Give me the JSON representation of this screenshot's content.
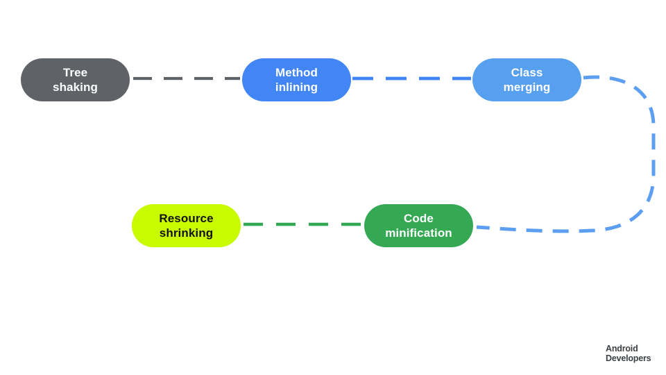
{
  "diagram": {
    "nodes": [
      {
        "id": "tree-shaking",
        "label": "Tree shaking",
        "lines": [
          "Tree",
          "shaking"
        ],
        "bg": "#5F6368",
        "fg": "#FFFFFF"
      },
      {
        "id": "method-inlining",
        "label": "Method inlining",
        "lines": [
          "Method",
          "inlining"
        ],
        "bg": "#4285F4",
        "fg": "#FFFFFF"
      },
      {
        "id": "class-merging",
        "label": "Class merging",
        "lines": [
          "Class",
          "merging"
        ],
        "bg": "#57A0F0",
        "fg": "#FFFFFF"
      },
      {
        "id": "resource-shrinking",
        "label": "Resource shrinking",
        "lines": [
          "Resource",
          "shrinking"
        ],
        "bg": "#C8FA00",
        "fg": "#121212"
      },
      {
        "id": "code-minification",
        "label": "Code minification",
        "lines": [
          "Code",
          "minification"
        ],
        "bg": "#34A853",
        "fg": "#FFFFFF"
      }
    ],
    "edges": [
      {
        "from": "tree-shaking",
        "to": "method-inlining",
        "style": "dashed",
        "color": "#5F6368"
      },
      {
        "from": "method-inlining",
        "to": "class-merging",
        "style": "dashed",
        "color": "#4285F4"
      },
      {
        "from": "class-merging",
        "to": "code-minification",
        "style": "dashed",
        "color": "#5C9FF2"
      },
      {
        "from": "code-minification",
        "to": "resource-shrinking",
        "style": "dashed",
        "color": "#34A853"
      }
    ]
  },
  "footer": {
    "brand_line1": "Android",
    "brand_line2": "Developers"
  },
  "colors": {
    "background": "#FFFFFF"
  }
}
